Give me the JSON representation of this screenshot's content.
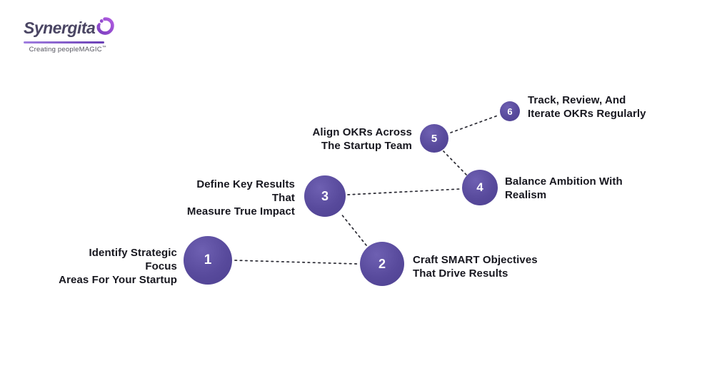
{
  "colors": {
    "background": "#ffffff",
    "node-fill": "#584a9c",
    "node-fill-light": "#6e60b2",
    "node-fill-dark": "#4d4090",
    "node-number": "#ffffff",
    "label-text": "#17171f",
    "connector": "#2a2a33",
    "logo-text": "#4a4563",
    "tagline-text": "#55555f",
    "logo-icon-gradient-start": "#7b3fbf",
    "logo-icon-gradient-end": "#b05be0",
    "logo-underline-gradient": "#7a4fc0"
  },
  "brand": {
    "name": "Synergita",
    "tagline": "Creating peopleMAGIC",
    "trademark": "™",
    "icon": "swirl-flame-icon"
  },
  "diagram": {
    "type": "numbered-step-path",
    "subject": "OKR process for startups",
    "connections": [
      "1-2",
      "2-3",
      "3-4",
      "4-5",
      "5-6"
    ],
    "steps": [
      {
        "number": "1",
        "line1": "Identify Strategic Focus",
        "line2": "Areas For Your Startup",
        "label_side": "left"
      },
      {
        "number": "2",
        "line1": "Craft SMART Objectives",
        "line2": "That Drive Results",
        "label_side": "right"
      },
      {
        "number": "3",
        "line1": "Define Key Results That",
        "line2": "Measure True Impact",
        "label_side": "left"
      },
      {
        "number": "4",
        "line1": "Balance Ambition With",
        "line2": "Realism",
        "label_side": "right"
      },
      {
        "number": "5",
        "line1": "Align OKRs Across",
        "line2": "The Startup Team",
        "label_side": "left"
      },
      {
        "number": "6",
        "line1": "Track, Review, And",
        "line2": "Iterate OKRs Regularly",
        "label_side": "right"
      }
    ]
  }
}
